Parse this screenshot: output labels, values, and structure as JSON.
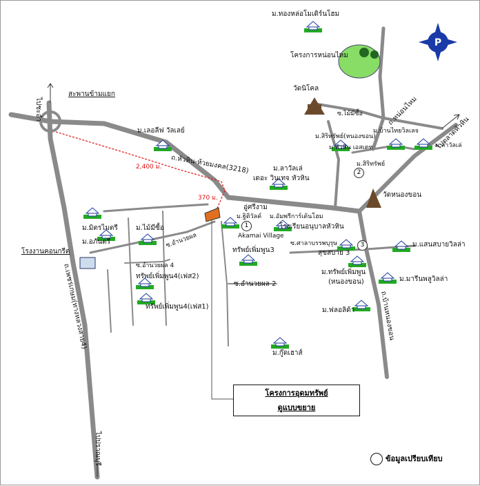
{
  "labels": {
    "thong_lo": "ม.ทองหล่อโมเดิร์นโฮม",
    "nong_mai": "โครงการหน่อนไหม",
    "wat_nikhom": "วัดนิโคล",
    "sapan": "สะพานข้ามแยก",
    "pai_cha_am": "ไปชะอำ",
    "life_valley": "ม.เลอลีฟ วัลเลย์",
    "road_3218": "ถ.หัวหิน-ห้วยมงคล(3218)",
    "dist_2400": "2,400 ม.",
    "dist_370": "370 ม.",
    "soi_maimi": "ซ.ไม้มีซื้อ",
    "soi_nong_mai": "ถ.หน่อนไหม",
    "pai_talat": "ไปตลาดหัวหิน",
    "mo_siri": "ม.สิริทรัพย์(หนองขอน)",
    "ban_thai": "ม.บ้านไทยวิลเลจ",
    "hua_hin_estate": "ม.หัวหิน เอสเตท",
    "siri_2": "ม.สิริทรัพย์",
    "lavale_r": "ม.ลาวัลเล่",
    "lavale": "ม.ลาวัลเล่",
    "the_vintage": "เดอะ วินเทจ หัวหิน",
    "wat_nong_khon": "วัดหนองขอน",
    "u_sri_ngam": "อู่ศรีงาม",
    "siri_wan": "ม.ฐิติวัลค์",
    "akamai": "Akamai Village",
    "mo_amri": "ม.อัมพรีการ์เด้นโฮม",
    "school": "โรงเรียนอนุบาลหัวหิน",
    "mitri": "ม.มิตรไมตรี",
    "chankri": "ม.อภันตรี",
    "mo_maimi": "ม.ไม้มีซื้อ",
    "soi_amnuay": "ซ.อำนวยผล",
    "concrete": "โรงงานคอนกรีต",
    "soi_amnuay4": "ซ.อำนวยผล 4",
    "sap_perm4_2": "ทรัพย์เพิ่มพูน4(เฟส2)",
    "sap_perm4_1": "ทรัพย์เพิ่มพูน4(เฟส1)",
    "sap_perm3": "ทรัพย์เพิ่มพูน3",
    "soi_amnuay2": "ซ.อำนวยผล 2",
    "sala": "ซ.ศาลาบรรพบุรุษ",
    "suk_sabai": "สุขสบาย 3",
    "sap_perm_nk": "ม.ทรัพย์เพิ่มพูน",
    "sap_perm_nk2": "(หนองขอน)",
    "san_sabai": "ม.แสนสบายวิลล่า",
    "marin": "ม.มารีนพลูวิลล่า",
    "floral": "ม.ฟลอลิด้า",
    "gude": "ม.กู๊ดเฮาส์",
    "main_left_road": "ถ.เพชรเกษม(ทางหลวงสาย4)",
    "road_right": "ถ.บ้านหนองขอน",
    "pai_pran": "ไปปราณบุรี",
    "project_line1": "โครงการอุดมทรัพย์",
    "project_line2": "ดูแบบขยาย",
    "legend": "ข้อมูลเปรียบเทียบ",
    "n1": "1",
    "n2": "2",
    "n3": "3"
  },
  "colors": {
    "road": "#8a8a8a",
    "red_route": "#e02020",
    "house_green": "#22aa22",
    "house_blue": "#1a3a9a",
    "compass_blue": "#1a3aa8",
    "park_green": "#88dd66"
  }
}
